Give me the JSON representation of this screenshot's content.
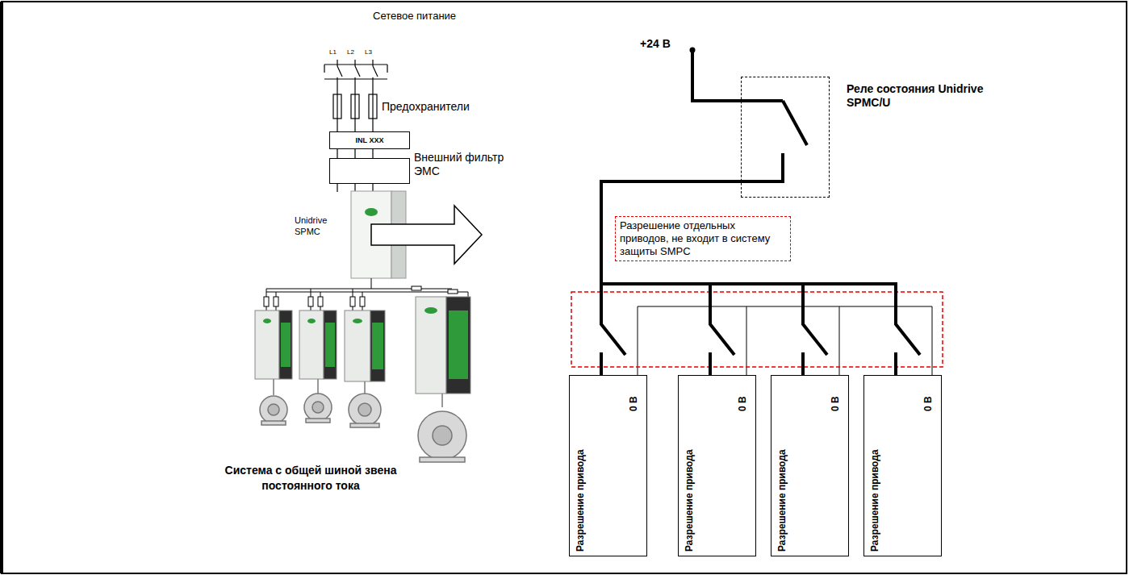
{
  "diagram": {
    "nodes": [
      {
        "text": [
          "INL XXX"
        ]
      },
      {
        "text": [
          "Внешний фильтр ЭМС"
        ]
      },
      {
        "text": [
          "Реле состояния Unidrive SPMC/U"
        ]
      },
      {
        "text": [
          "Разрешение отдельных приводов, не входит в систему защиты SMPC"
        ]
      },
      {
        "text": [
          "Разрешение привода",
          "0 В"
        ]
      },
      {
        "text": [
          "Разрешение привода",
          "0 В"
        ]
      },
      {
        "text": [
          "Разрешение привода",
          "0 В"
        ]
      },
      {
        "text": [
          "Разрешение привода",
          "0 В"
        ]
      }
    ],
    "edges": [
      {
        "from": 0,
        "to": 1,
        "arrow": "none"
      },
      {
        "from": 2,
        "to": 4,
        "arrow": "none"
      },
      {
        "from": 2,
        "to": 5,
        "arrow": "none"
      },
      {
        "from": 2,
        "to": 6,
        "arrow": "none"
      },
      {
        "from": 2,
        "to": 7,
        "arrow": "none"
      }
    ],
    "labels": [
      "Сетевое питание",
      "L1",
      "L2",
      "L3",
      "Предохранители",
      "Unidrive SPMC",
      "+24 В",
      "Система с общей шиной звена постоянного тока"
    ]
  }
}
